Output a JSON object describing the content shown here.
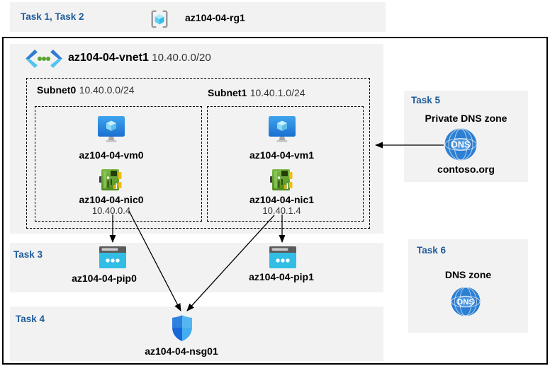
{
  "colors": {
    "panel_bg": "#f2f2f2",
    "task_label_blue": "#1f5c99",
    "box_border": "#000000",
    "public_ip_cyan": "#31bde4",
    "nic_green": "#5fa32c",
    "shield_blue": "#2e80de",
    "dns_globe_blue": "#2c7fd2",
    "vm_blue": "#1e78d2"
  },
  "icons": {
    "resource_group": "resource-group-brackets-cube-icon",
    "virtual_network": "vnet-chevrons-dots-icon",
    "virtual_machine": "vm-monitor-cube-icon",
    "network_interface": "nic-card-icon",
    "public_ip": "public-ip-window-icon",
    "network_security_group": "shield-icon",
    "dns": "dns-globe-icon"
  },
  "header": {
    "tasks_label": "Task 1, Task 2",
    "resource_group": "az104-04-rg1"
  },
  "vnet": {
    "name": "az104-04-vnet1",
    "cidr": "10.40.0.0/20",
    "subnets": [
      {
        "name": "Subnet0",
        "cidr": "10.40.0.0/24",
        "vm": "az104-04-vm0",
        "nic": "az104-04-nic0",
        "ip": "10.40.0.4"
      },
      {
        "name": "Subnet1",
        "cidr": "10.40.1.0/24",
        "vm": "az104-04-vm1",
        "nic": "az104-04-nic1",
        "ip": "10.40.1.4"
      }
    ]
  },
  "task3": {
    "label": "Task 3",
    "pips": [
      "az104-04-pip0",
      "az104-04-pip1"
    ]
  },
  "task4": {
    "label": "Task 4",
    "nsg": "az104-04-nsg01"
  },
  "task5": {
    "label": "Task 5",
    "title": "Private DNS zone",
    "zone": "contoso.org",
    "icon_text": "DNS"
  },
  "task6": {
    "label": "Task 6",
    "title": "DNS zone",
    "icon_text": "DNS"
  }
}
